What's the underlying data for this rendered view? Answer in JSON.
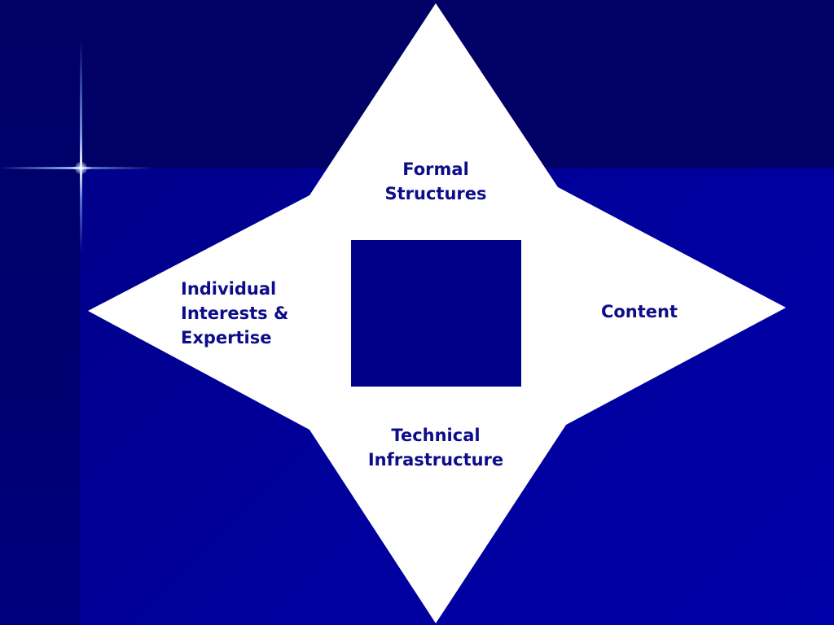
{
  "colors": {
    "background_dark": "#00006a",
    "background_main": "#00009e",
    "star_fill": "#ffffff",
    "center_square": "#00008b",
    "label_text": "#0d0d8a"
  },
  "diagram": {
    "points": {
      "top": "Formal\nStructures",
      "left": "Individual\nInterests &\nExpertise",
      "right": "Content",
      "bottom": "Technical\nInfrastructure"
    }
  }
}
